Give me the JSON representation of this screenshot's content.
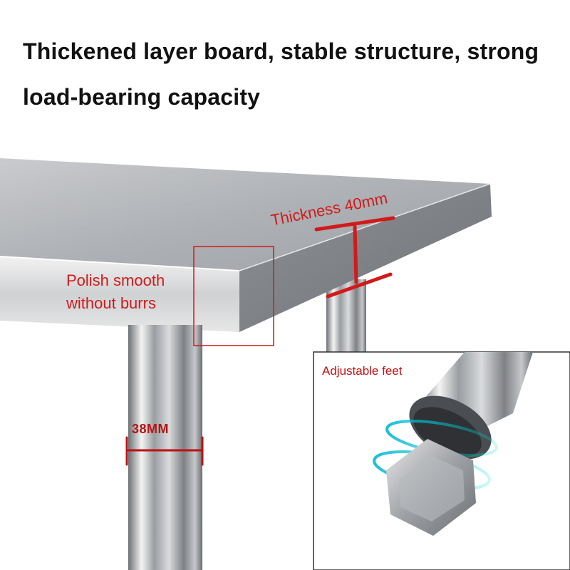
{
  "headline": {
    "line1": "Thickened layer board, stable structure, strong",
    "line2": "load-bearing capacity"
  },
  "callouts": {
    "polish_line1": "Polish smooth",
    "polish_line2": "without burrs",
    "thickness": "Thickness 40mm",
    "leg_diameter": "38MM",
    "adjustable_feet": "Adjustable feet"
  },
  "colors": {
    "accent": "#d11a1a",
    "steel": "#b9bcc1",
    "background": "#ffffff"
  }
}
